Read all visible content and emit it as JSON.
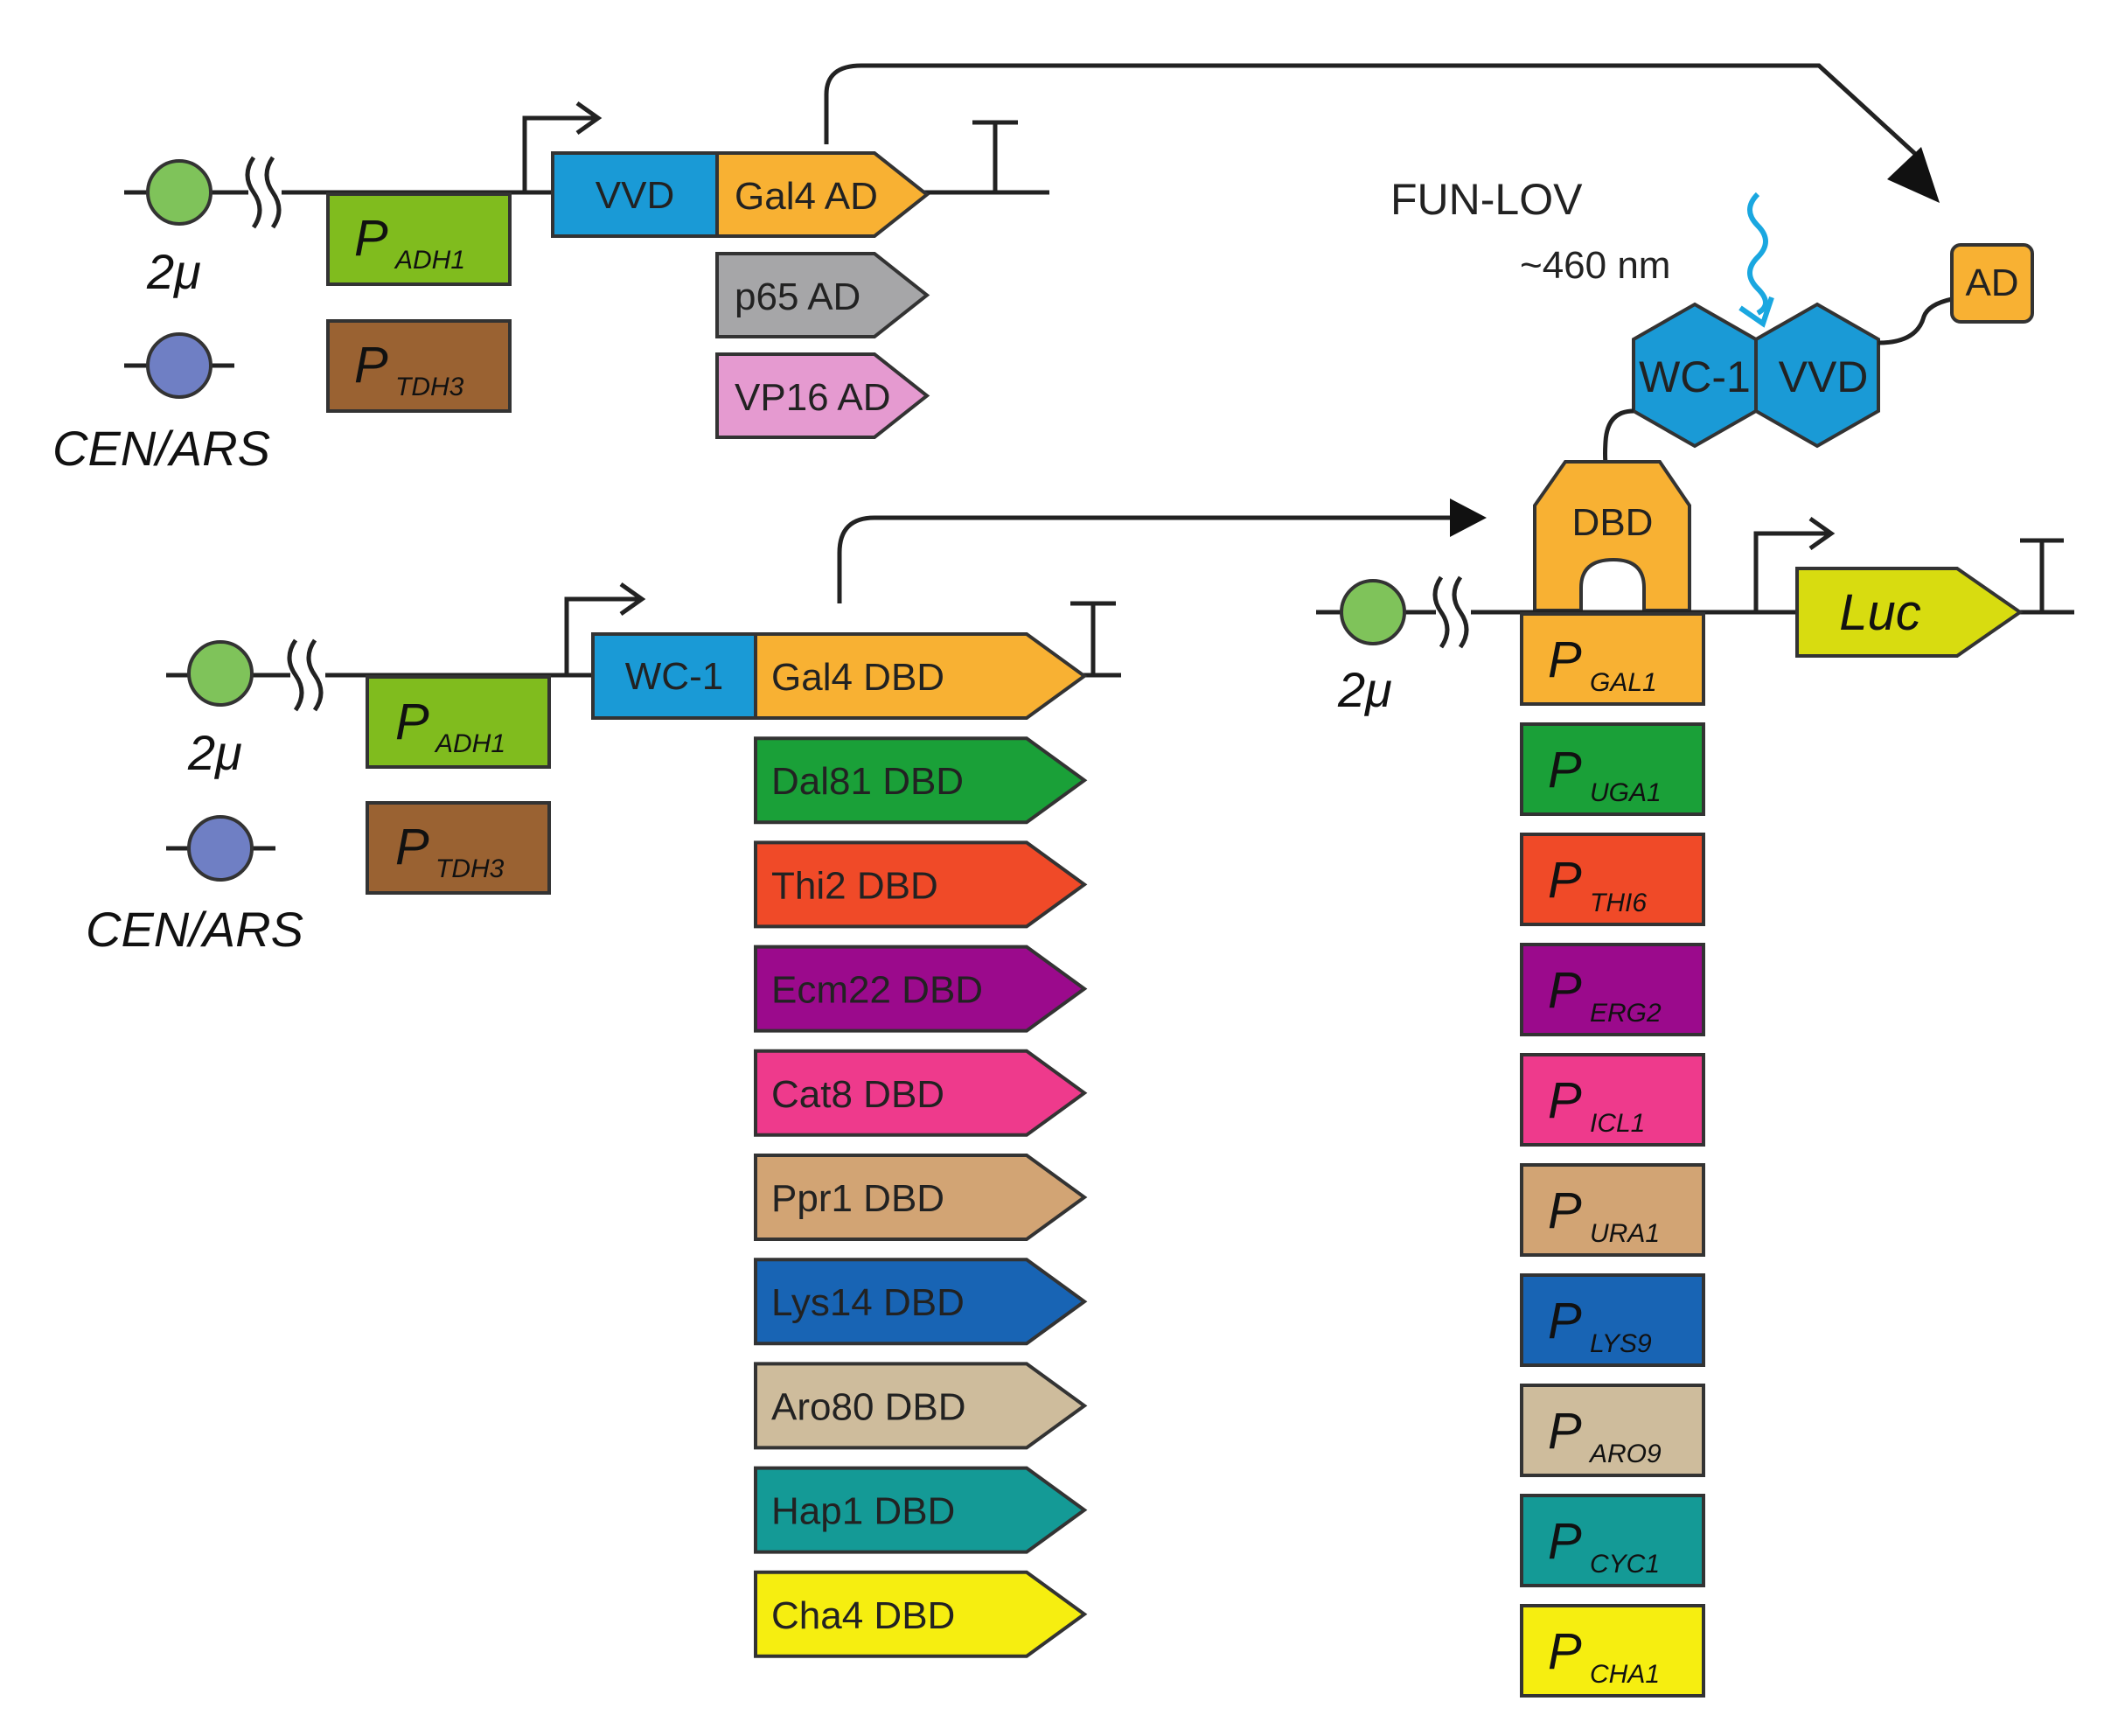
{
  "colors": {
    "plasmid_2mu": "#7fc35a",
    "plasmid_cen": "#6f7fc4",
    "vvd_wc1": "#1a9ad6",
    "gal4": "#f8b133",
    "light": "#1aa7e0"
  },
  "plasmid_labels": {
    "two_mu": "2μ",
    "cen_ars": "CEN/ARS"
  },
  "promoters_constitutive": {
    "prefix": "P",
    "adh1": "ADH1",
    "tdh3": "TDH3",
    "adh1_color": "#80bc1e",
    "tdh3_color": "#9a6232"
  },
  "construct1": {
    "vvd": "VVD",
    "ad_variants": [
      {
        "label": "Gal4 AD",
        "color": "#f8b133"
      },
      {
        "label": "p65 AD",
        "color": "#a6a6a8"
      },
      {
        "label": "VP16 AD",
        "color": "#e59ad0"
      }
    ]
  },
  "construct2": {
    "wc1": "WC-1",
    "dbd_variants": [
      {
        "label": "Gal4 DBD",
        "color": "#f8b133"
      },
      {
        "label": "Dal81 DBD",
        "color": "#1aa038"
      },
      {
        "label": "Thi2 DBD",
        "color": "#f04a28"
      },
      {
        "label": "Ecm22 DBD",
        "color": "#9b0a8c"
      },
      {
        "label": "Cat8 DBD",
        "color": "#ee3a8c"
      },
      {
        "label": "Ppr1 DBD",
        "color": "#d2a474"
      },
      {
        "label": "Lys14 DBD",
        "color": "#1864b4"
      },
      {
        "label": "Aro80 DBD",
        "color": "#cebc9c"
      },
      {
        "label": "Hap1 DBD",
        "color": "#149a96"
      },
      {
        "label": "Cha4 DBD",
        "color": "#f6ee10"
      }
    ]
  },
  "complex": {
    "title": "FUN-LOV",
    "wavelength": "~460 nm",
    "wc1": "WC-1",
    "vvd": "VVD",
    "ad": "AD",
    "dbd": "DBD"
  },
  "reporter": {
    "gene": "Luc",
    "gene_color": "#d8dc10",
    "promoter_prefix": "P",
    "promoters": [
      {
        "label": "GAL1",
        "color": "#f8b133"
      },
      {
        "label": "UGA1",
        "color": "#1aa038"
      },
      {
        "label": "THI6",
        "color": "#f04a28"
      },
      {
        "label": "ERG2",
        "color": "#9b0a8c"
      },
      {
        "label": "ICL1",
        "color": "#ee3a8c"
      },
      {
        "label": "URA1",
        "color": "#d2a474"
      },
      {
        "label": "LYS9",
        "color": "#1864b4"
      },
      {
        "label": "ARO9",
        "color": "#cebc9c"
      },
      {
        "label": "CYC1",
        "color": "#149a96"
      },
      {
        "label": "CHA1",
        "color": "#f6ee10"
      }
    ]
  }
}
